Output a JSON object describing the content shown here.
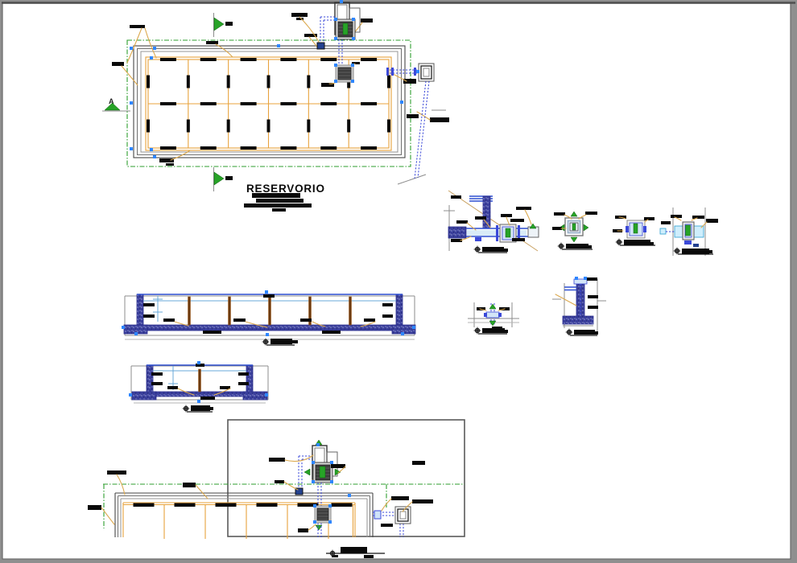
{
  "window": {
    "frame_color": "#8f8f8f",
    "canvas_color": "#ffffff"
  },
  "drawing": {
    "title": "RESERVORIO",
    "section_marker_label": "A",
    "colors": {
      "grid_orange": "#E8A33D",
      "boundary_green": "#2e9e2e",
      "wall_gray": "#555555",
      "pipe_blue": "#3b49d8",
      "dimension_node_blue": "#2E86FF",
      "concrete_hatch_navy": "#2b2f8e",
      "water_line_cyan": "#69a8d8",
      "valve_marker_green": "#27a327",
      "leader_tan": "#dca94e",
      "column_brown": "#6b3a10",
      "annotation_black": "#0a0a0a"
    },
    "icons": {
      "section_cut_arrow": "green-right-triangle",
      "plan_marker": "green-up-triangle",
      "detail_bullet": "crosshair-circle",
      "flow_marker": "green-small-triangle"
    }
  }
}
